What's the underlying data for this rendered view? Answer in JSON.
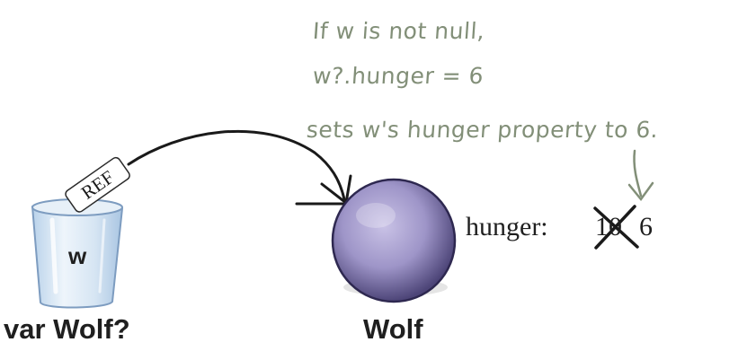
{
  "annotation": {
    "lines": [
      "If w is not null,",
      "w?.hunger = 6",
      "sets w's hunger property to 6."
    ]
  },
  "reference": {
    "cup_tag": "REF",
    "variable_letter": "w",
    "variable_label": "var Wolf?"
  },
  "object": {
    "name": "Wolf",
    "property_label": "hunger:",
    "old_value": "10",
    "new_value": "6"
  },
  "colors": {
    "handwriting": "#828f78",
    "cup_glass": "#cfe0ef",
    "ball": "#8f85b8",
    "ink": "#1f1f1f"
  }
}
